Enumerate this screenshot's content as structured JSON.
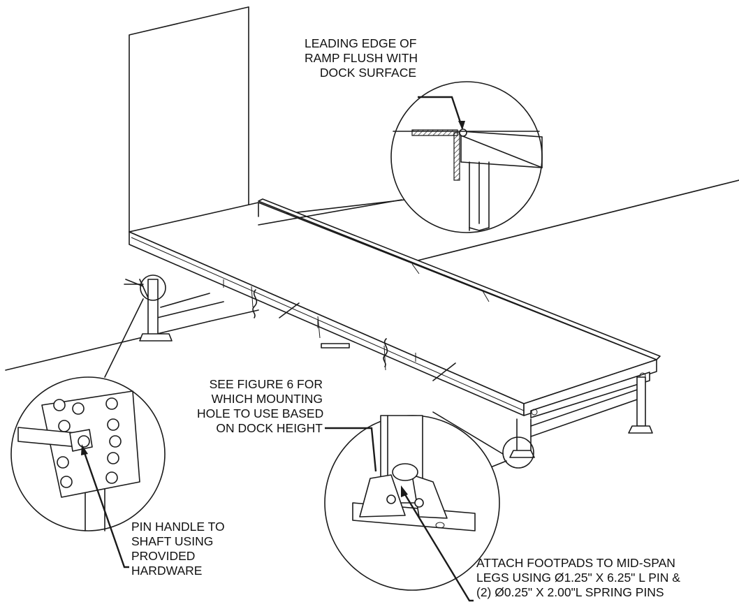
{
  "callouts": {
    "leading_edge": [
      "LEADING EDGE OF",
      "RAMP FLUSH WITH",
      "DOCK SURFACE"
    ],
    "see_figure": [
      "SEE FIGURE 6 FOR",
      "WHICH MOUNTING",
      "HOLE TO USE BASED",
      "ON DOCK HEIGHT"
    ],
    "pin_handle": [
      "PIN HANDLE TO",
      "SHAFT USING",
      "PROVIDED",
      "HARDWARE"
    ],
    "attach_footpads": [
      "ATTACH FOOTPADS TO MID-SPAN",
      "LEGS USING Ø1.25\" X 6.25\" L PIN &",
      "(2) Ø0.25\" X 2.00\"L SPRING PINS"
    ]
  },
  "colors": {
    "line": "#1a1a1a",
    "paper": "#ffffff"
  }
}
